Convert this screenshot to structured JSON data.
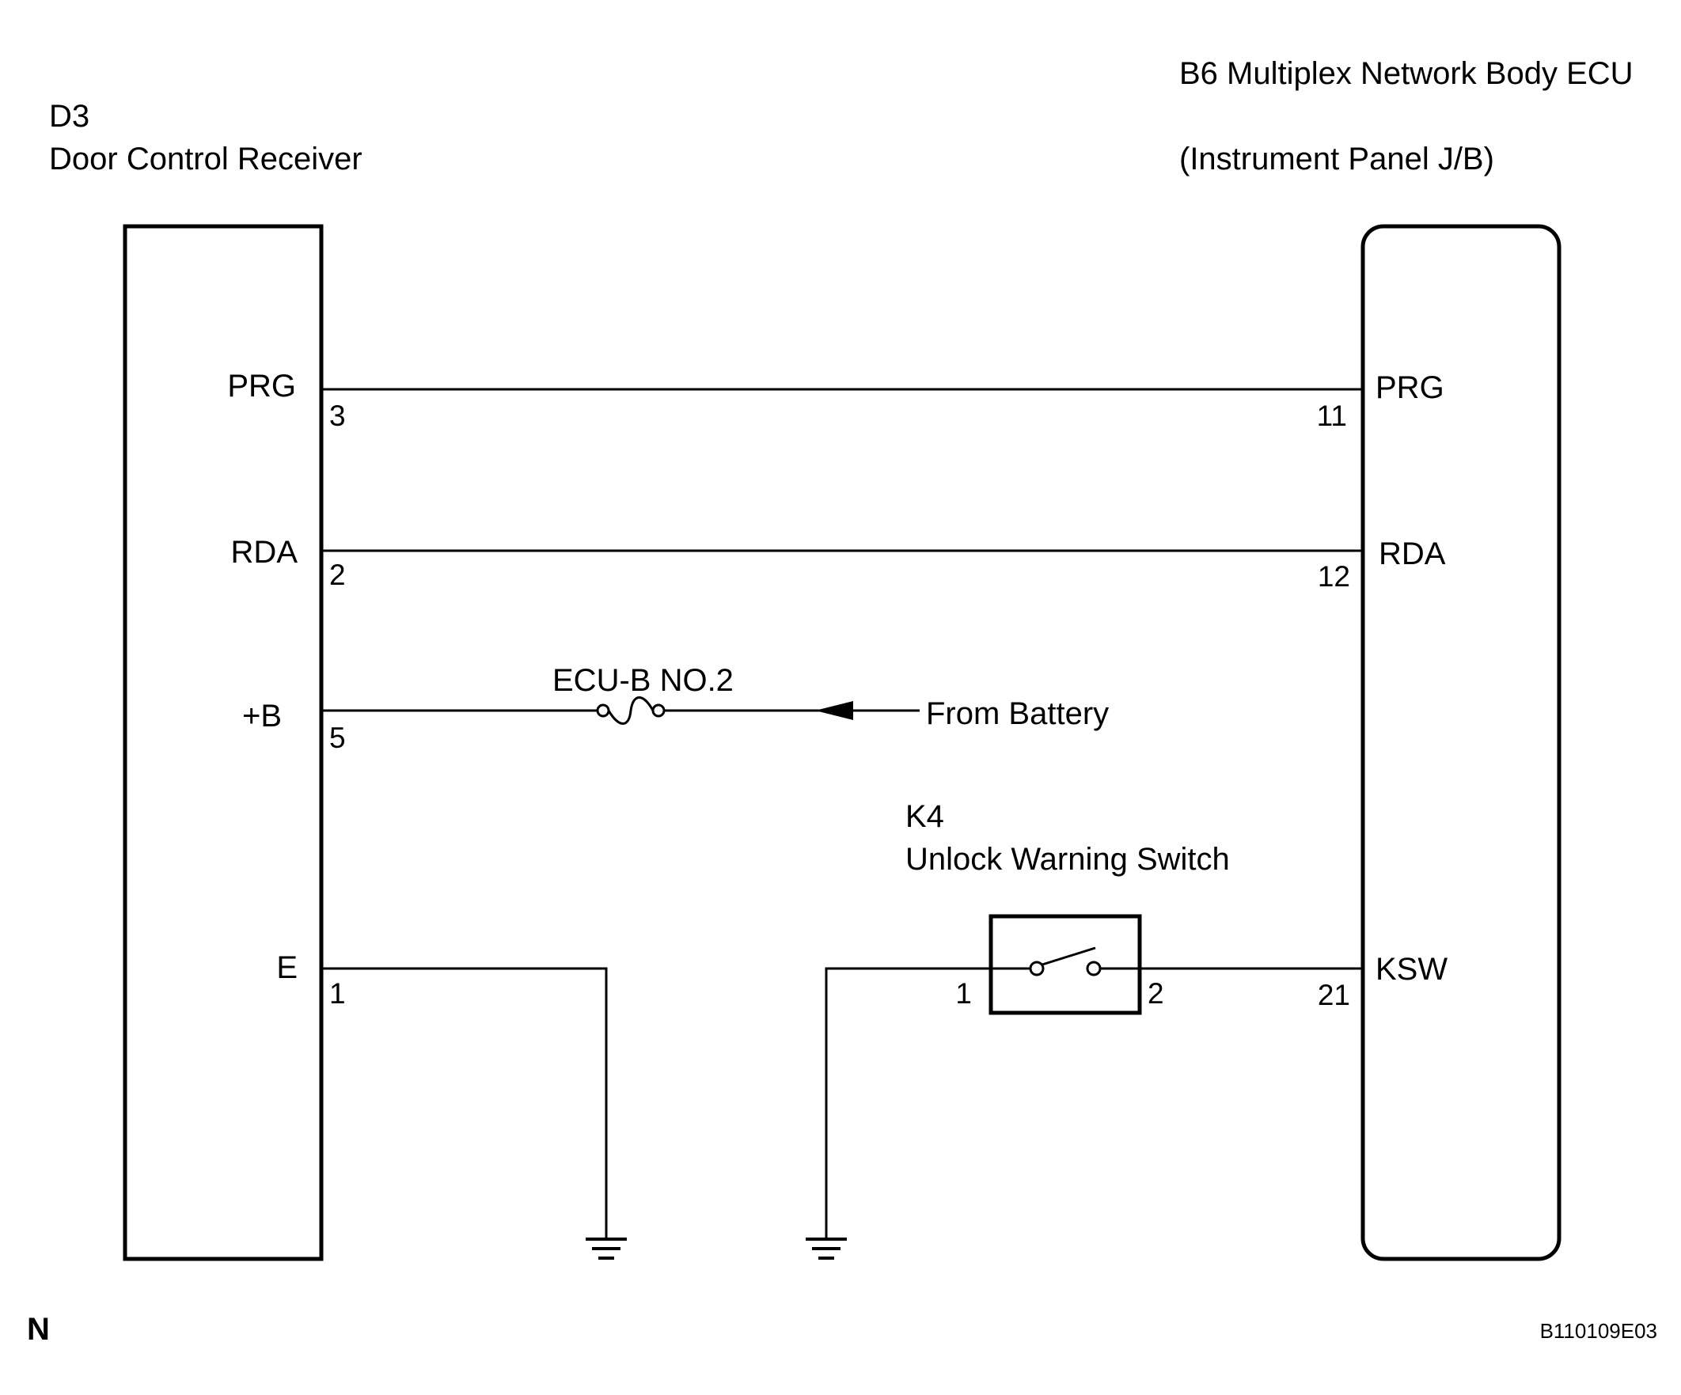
{
  "receiver": {
    "code": "D3",
    "name": "Door Control Receiver",
    "pins": [
      {
        "label": "PRG",
        "number": "3"
      },
      {
        "label": "RDA",
        "number": "2"
      },
      {
        "label": "+B",
        "number": "5"
      },
      {
        "label": "E",
        "number": "1"
      }
    ]
  },
  "ecu": {
    "title": "B6 Multiplex Network Body ECU",
    "subtitle": "(Instrument Panel J/B)",
    "pins": [
      {
        "label": "PRG",
        "number": "11"
      },
      {
        "label": "RDA",
        "number": "12"
      },
      {
        "label": "KSW",
        "number": "21"
      }
    ]
  },
  "fuse": {
    "label": "ECU-B NO.2"
  },
  "battery": {
    "label": "From Battery"
  },
  "switch": {
    "code": "K4",
    "name": "Unlock Warning Switch",
    "pin_left": "1",
    "pin_right": "2"
  },
  "footer": {
    "left_mark": "N",
    "figure_id": "B110109E03"
  }
}
